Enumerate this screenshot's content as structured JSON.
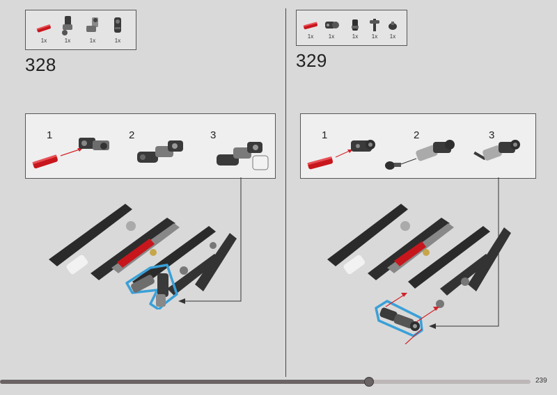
{
  "steps": [
    {
      "number": "328",
      "parts": [
        {
          "icon": "red-axle-pin-icon",
          "qty": "1x"
        },
        {
          "icon": "gray-angle-connector-icon",
          "qty": "1x"
        },
        {
          "icon": "gray-bent-connector-icon",
          "qty": "1x"
        },
        {
          "icon": "dark-axle-connector-icon",
          "qty": "1x"
        }
      ],
      "substeps": [
        "1",
        "2",
        "3"
      ]
    },
    {
      "number": "329",
      "parts": [
        {
          "icon": "red-axle-pin-icon",
          "qty": "1x"
        },
        {
          "icon": "dark-ball-joint-icon",
          "qty": "1x"
        },
        {
          "icon": "dark-bush-icon",
          "qty": "1x"
        },
        {
          "icon": "dark-axle-joint-icon",
          "qty": "1x"
        },
        {
          "icon": "dark-round-bush-icon",
          "qty": "1x"
        }
      ],
      "substeps": [
        "1",
        "2",
        "3"
      ]
    }
  ],
  "page_number": "239",
  "progress": 0.695,
  "colors": {
    "background": "#d9d9d9",
    "highlight": "#3aa0d8",
    "arrow": "#d2232a",
    "piece_red": "#c8161d",
    "piece_dark": "#2f2f2f"
  }
}
